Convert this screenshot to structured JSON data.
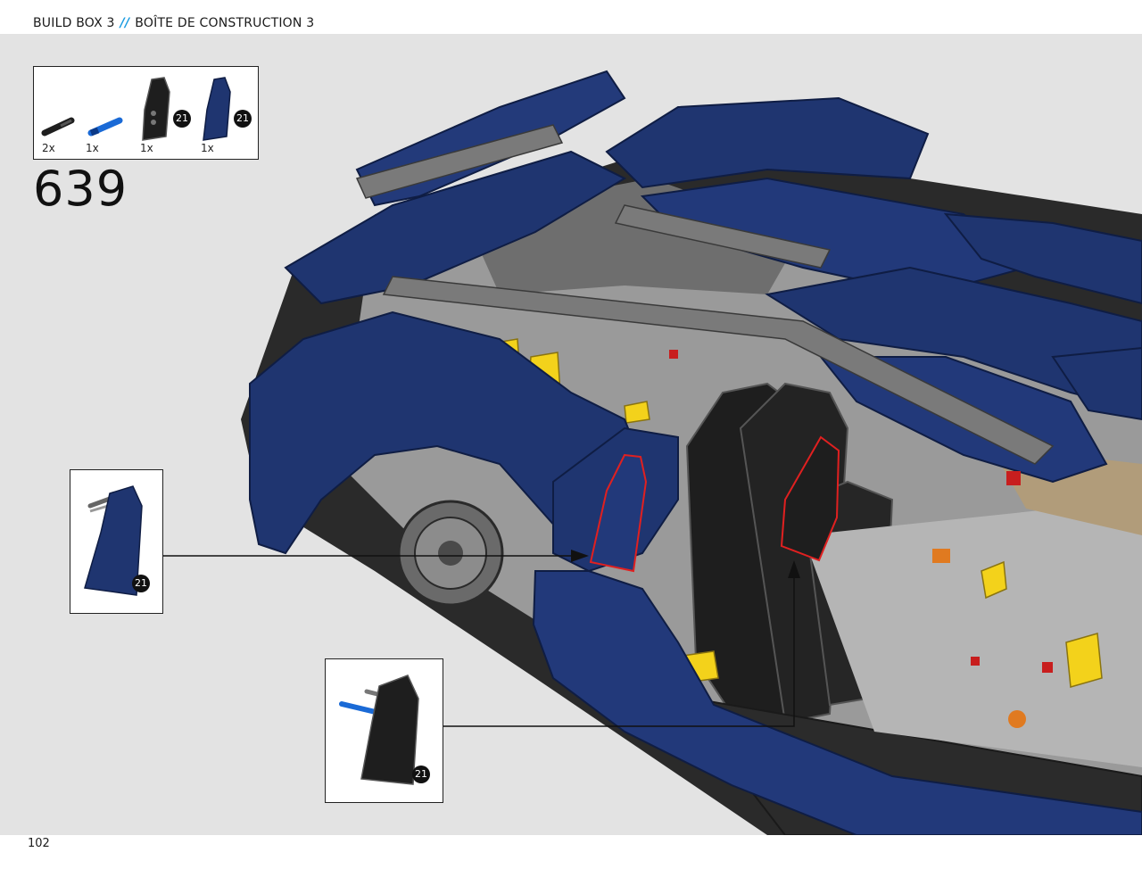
{
  "header": {
    "build_box": "BUILD BOX 3",
    "separator": "//",
    "build_box_fr": "BOÎTE DE CONSTRUCTION 3"
  },
  "step": {
    "number": "639"
  },
  "parts": [
    {
      "qty": "2x",
      "name": "black-axle-pin"
    },
    {
      "qty": "1x",
      "name": "blue-axle-pin"
    },
    {
      "qty": "1x",
      "name": "black-panel",
      "badge": "21"
    },
    {
      "qty": "1x",
      "name": "blue-panel",
      "badge": "21"
    }
  ],
  "callouts": [
    {
      "name": "blue-panel-callout",
      "badge": "21"
    },
    {
      "name": "black-panel-callout",
      "badge": "21"
    }
  ],
  "footer": {
    "page": "102"
  },
  "colors": {
    "body_blue": "#1f3570",
    "technic_black": "#1e1e1e",
    "technic_gray": "#a9a9a9",
    "accent_yellow": "#f3d21b",
    "accent_red": "#c81e1e",
    "highlight_red": "#e02020",
    "separator_blue": "#1a9be0",
    "background": "#e3e3e3"
  }
}
